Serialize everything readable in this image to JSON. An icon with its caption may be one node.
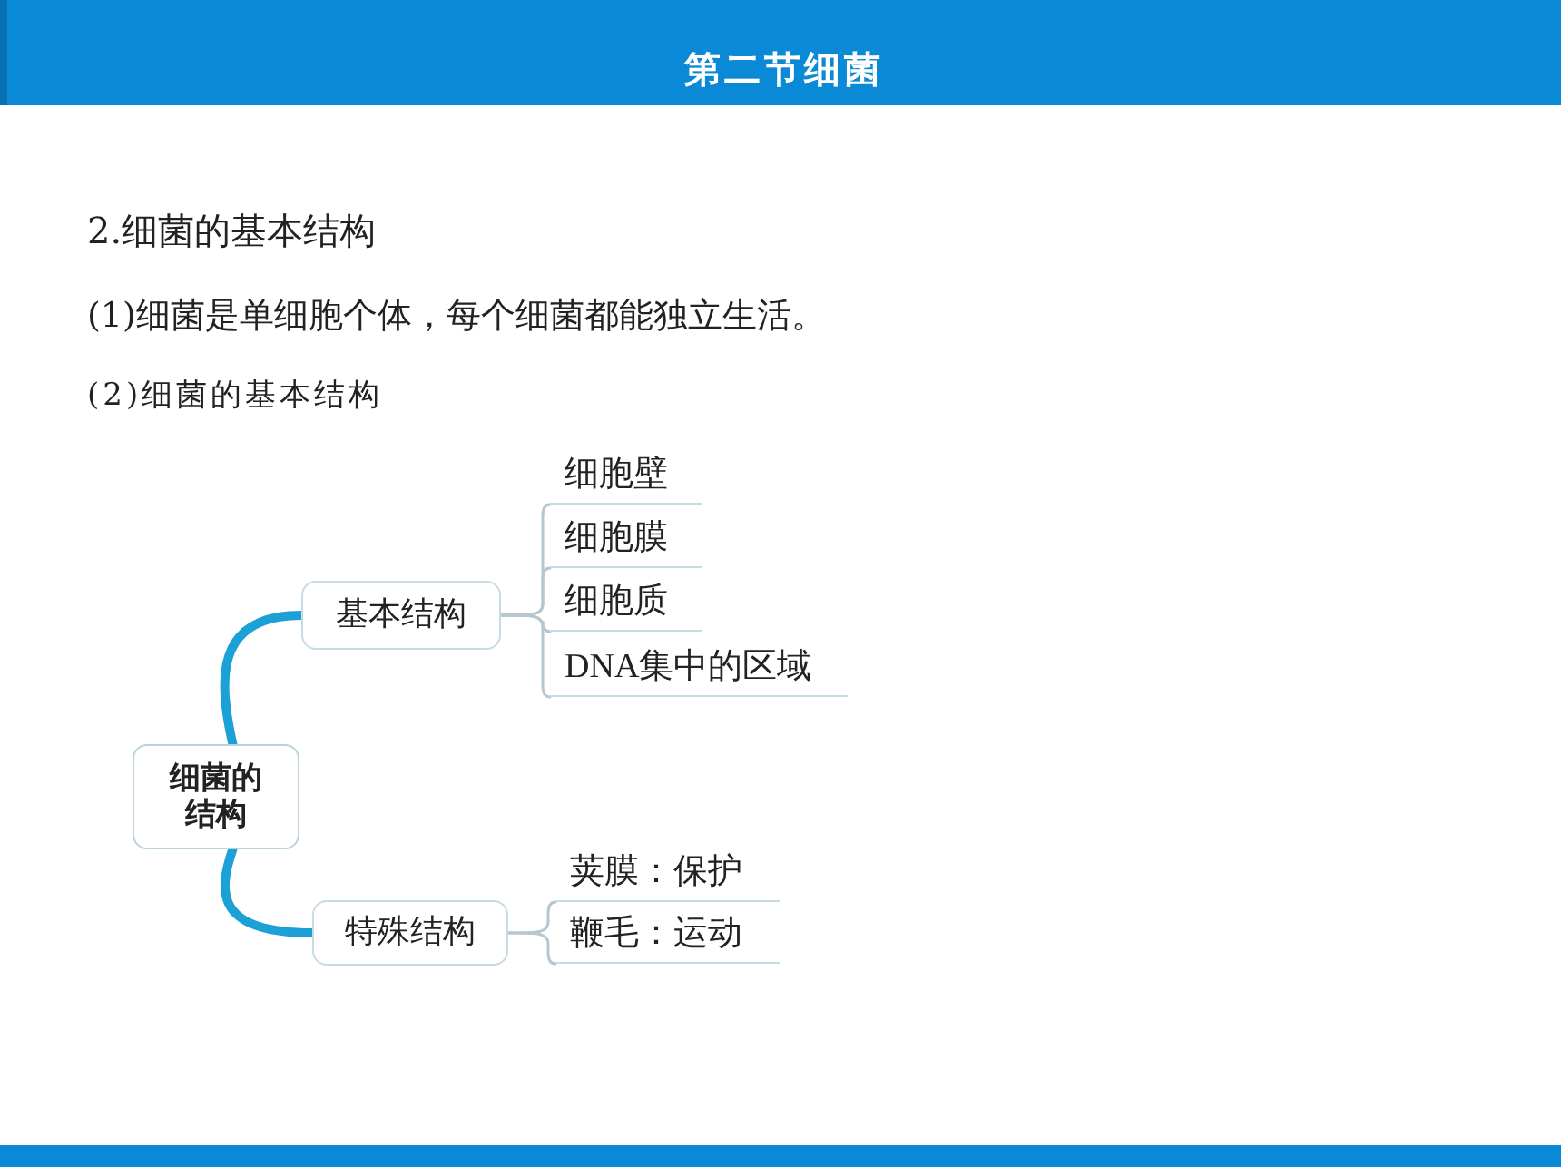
{
  "diagram": {
    "title": "第二节细菌",
    "nodes": [
      {
        "text": [
          "细菌的结构"
        ]
      },
      {
        "text": [
          "基本结构"
        ]
      },
      {
        "text": [
          "特殊结构"
        ]
      },
      {
        "text": [
          "细胞壁"
        ]
      },
      {
        "text": [
          "细胞膜"
        ]
      },
      {
        "text": [
          "细胞质"
        ]
      },
      {
        "text": [
          "DNA集中的区域"
        ]
      },
      {
        "text": [
          "荚膜：保护"
        ]
      },
      {
        "text": [
          "鞭毛：运动"
        ]
      }
    ],
    "edges": [
      {
        "from": 0,
        "to": 1,
        "arrow": "none",
        "style": "thick",
        "color": "#1ba1d6"
      },
      {
        "from": 0,
        "to": 2,
        "arrow": "none",
        "style": "thick",
        "color": "#1ba1d6"
      },
      {
        "from": 1,
        "to": 3,
        "arrow": "none"
      },
      {
        "from": 1,
        "to": 4,
        "arrow": "none"
      },
      {
        "from": 1,
        "to": 5,
        "arrow": "none"
      },
      {
        "from": 1,
        "to": 6,
        "arrow": "none"
      },
      {
        "from": 2,
        "to": 7,
        "arrow": "none"
      },
      {
        "from": 2,
        "to": 8,
        "arrow": "none"
      }
    ],
    "labels": [
      "2.细菌的基本结构",
      "(1)细菌是单细胞个体，每个细菌都能独立生活。",
      "(2)细菌的基本结构"
    ]
  }
}
